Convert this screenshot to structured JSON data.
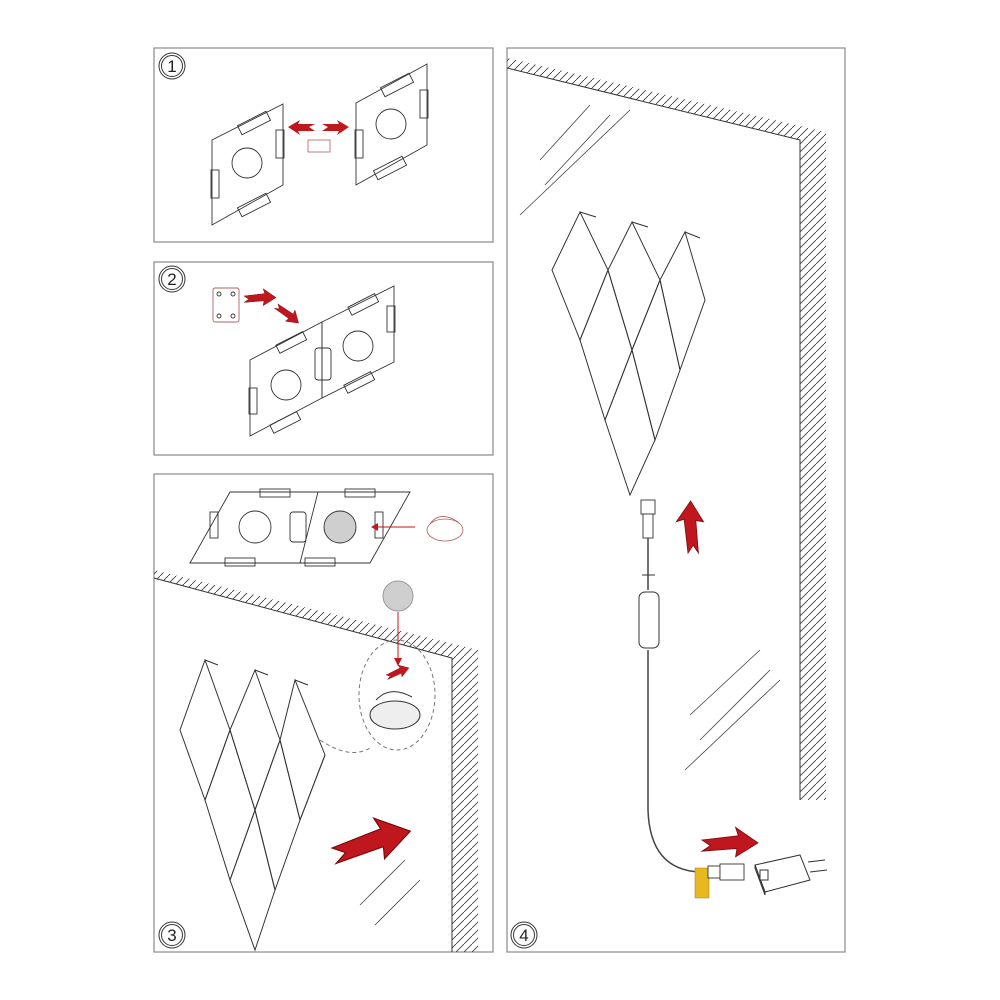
{
  "steps": [
    {
      "number": "1"
    },
    {
      "number": "2"
    },
    {
      "number": "3"
    },
    {
      "number": "4"
    }
  ],
  "colors": {
    "arrow": "#c0161e",
    "line": "#333333",
    "frame": "#8a8a8a",
    "label": "#e8b820",
    "pad": "#cfcfcf"
  }
}
